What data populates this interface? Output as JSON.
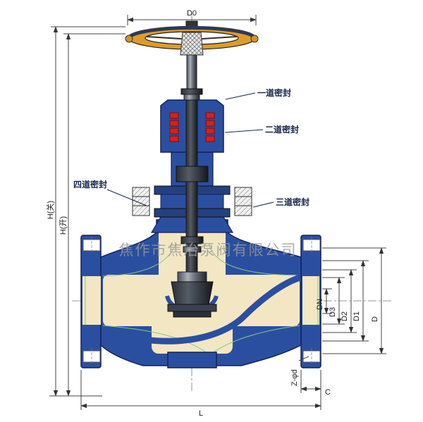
{
  "drawing": {
    "watermark": "焦作市焦冶泵阀有限公司",
    "seal_labels": {
      "first": "一道密封",
      "second": "二道密封",
      "third": "三道密封",
      "fourth": "四道密封"
    },
    "dimensions": {
      "d0": "D0",
      "h_closed": "H(关)",
      "h_open": "H(开)",
      "dn": "DN",
      "d3": "D3",
      "d2": "D2",
      "d1": "D1",
      "d": "D",
      "l": "L",
      "c": "C",
      "z_phi_d": "Z-φd"
    },
    "colors": {
      "body_blue": "#2b4fa0",
      "body_blue_dark": "#14205e",
      "interior_cream": "#f3e7c3",
      "seal_red": "#d42020",
      "handwheel_gold": "#dd9c2a",
      "stem_dark": "#2a2e35",
      "flow_line_green": "#86c986",
      "dim_line": "#444444",
      "label_navy": "#17264d",
      "watermark_gray": "#999999"
    }
  }
}
